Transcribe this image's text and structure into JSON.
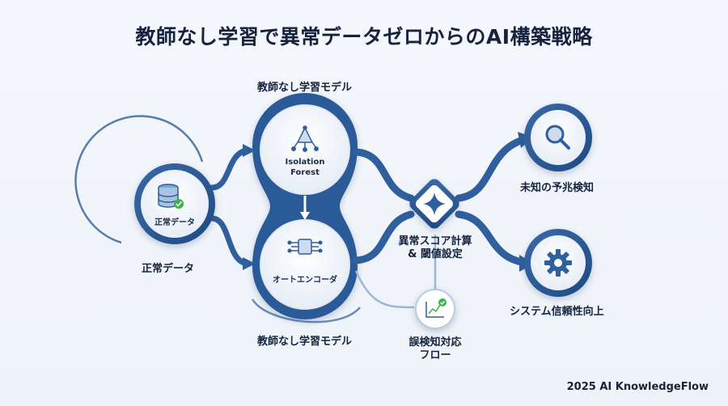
{
  "title": "教師なし学習で異常データゼロからのAI構築戦略",
  "nodes": {
    "normal_data_inner": "正常データ",
    "normal_data_label": "正常データ",
    "top_model_label": "教師なし学習モデル",
    "isolation_forest": "Isolation\nForest",
    "autoencoder": "オートエンコーダ",
    "bottom_model_label": "教師なし学習モデル",
    "anomaly_score": "異常スコア計算\n& 閾値設定",
    "false_detection": "誤検知対応\nフロー",
    "unknown_detection": "未知の予兆検知",
    "system_reliability": "システム信頼性向上"
  },
  "footer": "2025 AI KnowledgeFlow",
  "colors": {
    "primary": "#2f5f9c",
    "dark": "#1f4a82",
    "light": "#8fb0d6",
    "accent_green": "#3bb54a"
  },
  "icons": [
    "database-icon",
    "check-icon",
    "network-triangle-icon",
    "chip-icon",
    "sparkle-icon",
    "chart-icon",
    "search-icon",
    "gear-icon"
  ]
}
